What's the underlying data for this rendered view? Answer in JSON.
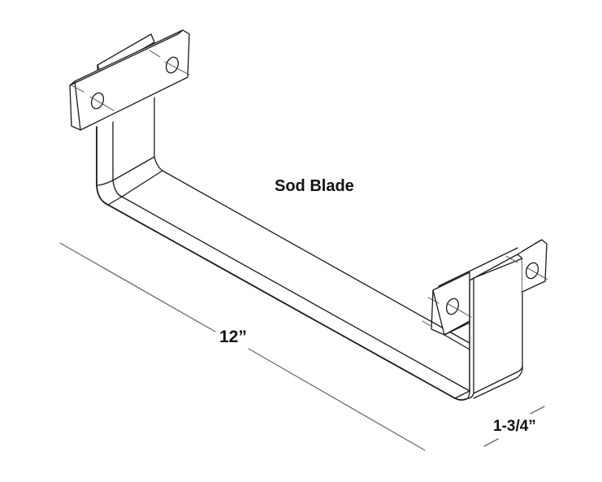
{
  "diagram": {
    "title": "Sod Blade",
    "dimensions": {
      "length": "12”",
      "width": "1-3/4”"
    },
    "colors": {
      "background": "#ffffff",
      "line": "#1a1a1a",
      "thin_line": "#444444"
    },
    "parts": [
      {
        "name": "left-mounting-plate",
        "holes": 2
      },
      {
        "name": "right-mounting-plate",
        "holes": 2
      },
      {
        "name": "blade-body",
        "shape": "U-shaped bent strip"
      }
    ]
  }
}
